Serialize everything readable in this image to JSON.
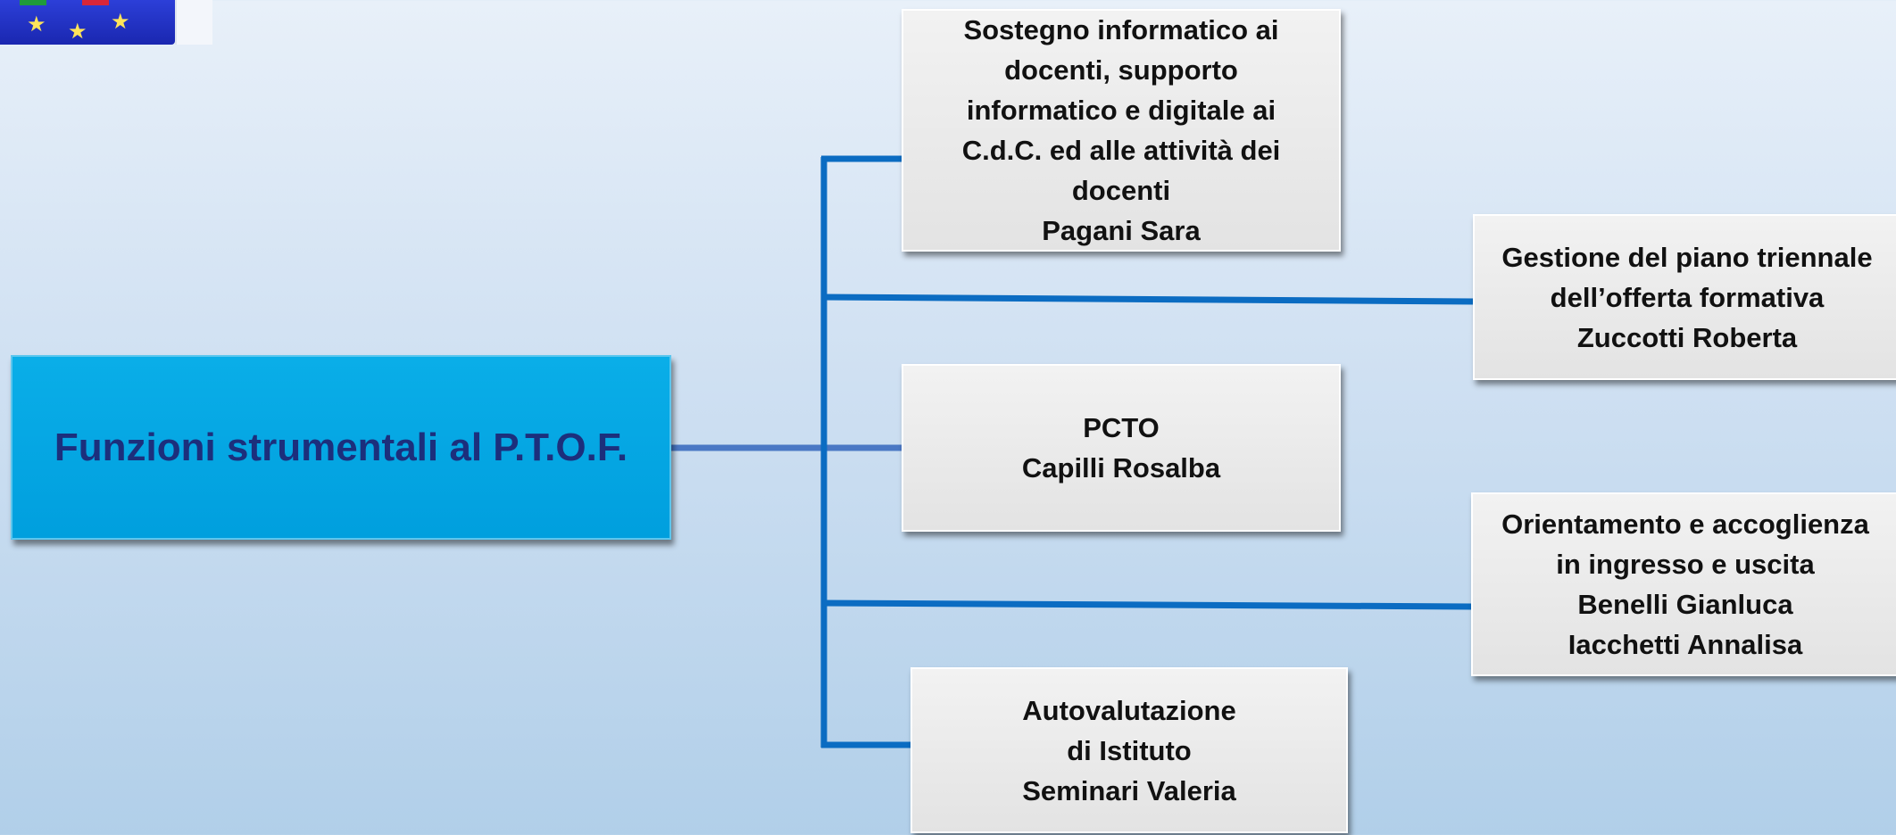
{
  "root": {
    "label": "Funzioni strumentali al P.T.O.F."
  },
  "nodes": [
    {
      "id": "sostegno",
      "lines": [
        "Sostegno informatico ai",
        "docenti, supporto",
        "informatico e digitale ai",
        "C.d.C. ed alle attività dei",
        "docenti",
        "Pagani Sara"
      ]
    },
    {
      "id": "ptof",
      "lines": [
        "Gestione del piano triennale",
        "dell’offerta formativa",
        "Zuccotti Roberta"
      ]
    },
    {
      "id": "pcto",
      "lines": [
        "PCTO",
        "Capilli Rosalba"
      ]
    },
    {
      "id": "orientamento",
      "lines": [
        "Orientamento e accoglienza",
        "in ingresso e uscita",
        "Benelli Gianluca",
        "Iacchetti Annalisa"
      ]
    },
    {
      "id": "autovalutazione",
      "lines": [
        "Autovalutazione",
        "di Istituto",
        "Seminari Valeria"
      ]
    }
  ],
  "colors": {
    "root_fill": "#00a3e0",
    "root_text": "#1c2f7c",
    "connector": "#0b6cc2",
    "box_fill": "#e6e6e6"
  },
  "logo": {
    "stars": 3
  }
}
